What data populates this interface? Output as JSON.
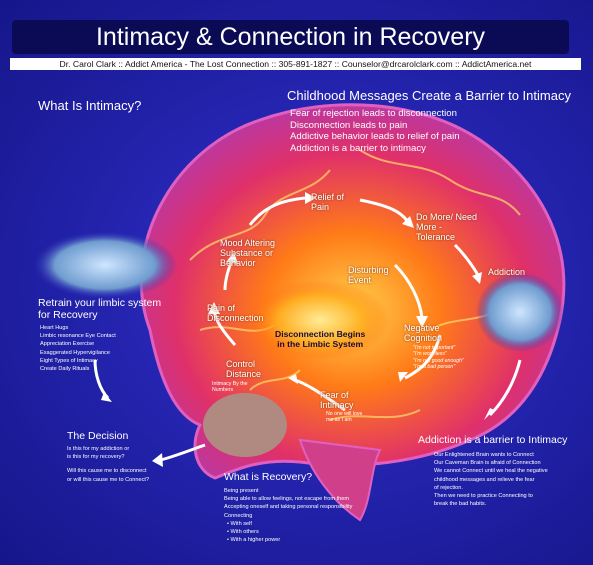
{
  "title": "Intimacy & Connection in Recovery",
  "credits": "Dr. Carol Clark ::  Addict America - The Lost Connection :: 305-891-1827 :: Counselor@drcarolclark.com :: AddictAmerica.net",
  "what_is_intimacy": "What Is Intimacy?",
  "childhood": {
    "heading": "Childhood Messages Create a Barrier to Intimacy",
    "lines": [
      "Fear of rejection leads to disconnection",
      "Disconnection leads to pain",
      "Addictive behavior leads to relief of pain",
      "Addiction is a barrier to intimacy"
    ]
  },
  "retrain": {
    "heading_line1": "Retrain your limbic system",
    "heading_line2": "for Recovery",
    "items": [
      "Heart Hugs",
      "Limbic resonance Eye Contact",
      "Appreciation Exercise",
      "Exaggerated Hypervigilance",
      "Eight Types of Intimacy",
      "Create Daily Rituals"
    ]
  },
  "cycle": {
    "relief": "Relief of\nPain",
    "more": "Do More/ Need\nMore -\nTolerance",
    "mood": "Mood Altering\nSubstance or\nBehavior",
    "disturbing": "Disturbing\nEvent",
    "addiction": "Addiction",
    "pain": "Pain of\nDisconnection",
    "center": "Disconnection Begins\nin the Limbic System",
    "negative": "Negative\nCognition",
    "control": "Control\nDistance",
    "control_sub": "Intimacy By the\nNumbers",
    "fear": "Fear of\nIntimacy",
    "fear_sub": "No one will love\nme as I am"
  },
  "negative_quotes": [
    "\"I'm not important\"",
    "\"I'm worthless\"",
    "\"I'm not good enough\"",
    "\"I'm a bad person\""
  ],
  "decision": {
    "heading": "The Decision",
    "line1": "Is this for my addiction or",
    "line2": "is this for my recovery?",
    "line3": "Will this cause me to disconnect",
    "line4": "or will this cause me to Connect?"
  },
  "barrier": {
    "heading": "Addiction is a barrier to Intimacy",
    "lines": [
      "Our Enlightened Brain wants to Connect",
      "Our Caveman Brain is afraid of Connection",
      "We cannot Connect until we heal the negative",
      "childhood messages and relieve the fear",
      "of rejection.",
      "Then we need to practice Connecting to",
      "break the bad habits."
    ]
  },
  "recovery": {
    "heading": "What is Recovery?",
    "lines": [
      "Being present",
      "Being able to allow feelings, not escape from them",
      "Accepting oneself and taking personal responsibility",
      "Connecting"
    ],
    "bullets": [
      "With self",
      "With others",
      "With a higher power"
    ]
  },
  "colors": {
    "background": "#2424b0",
    "brain_outer": "#c24aa8",
    "brain_inner": "#ff7a18",
    "title_bar": "#0b0b55"
  }
}
